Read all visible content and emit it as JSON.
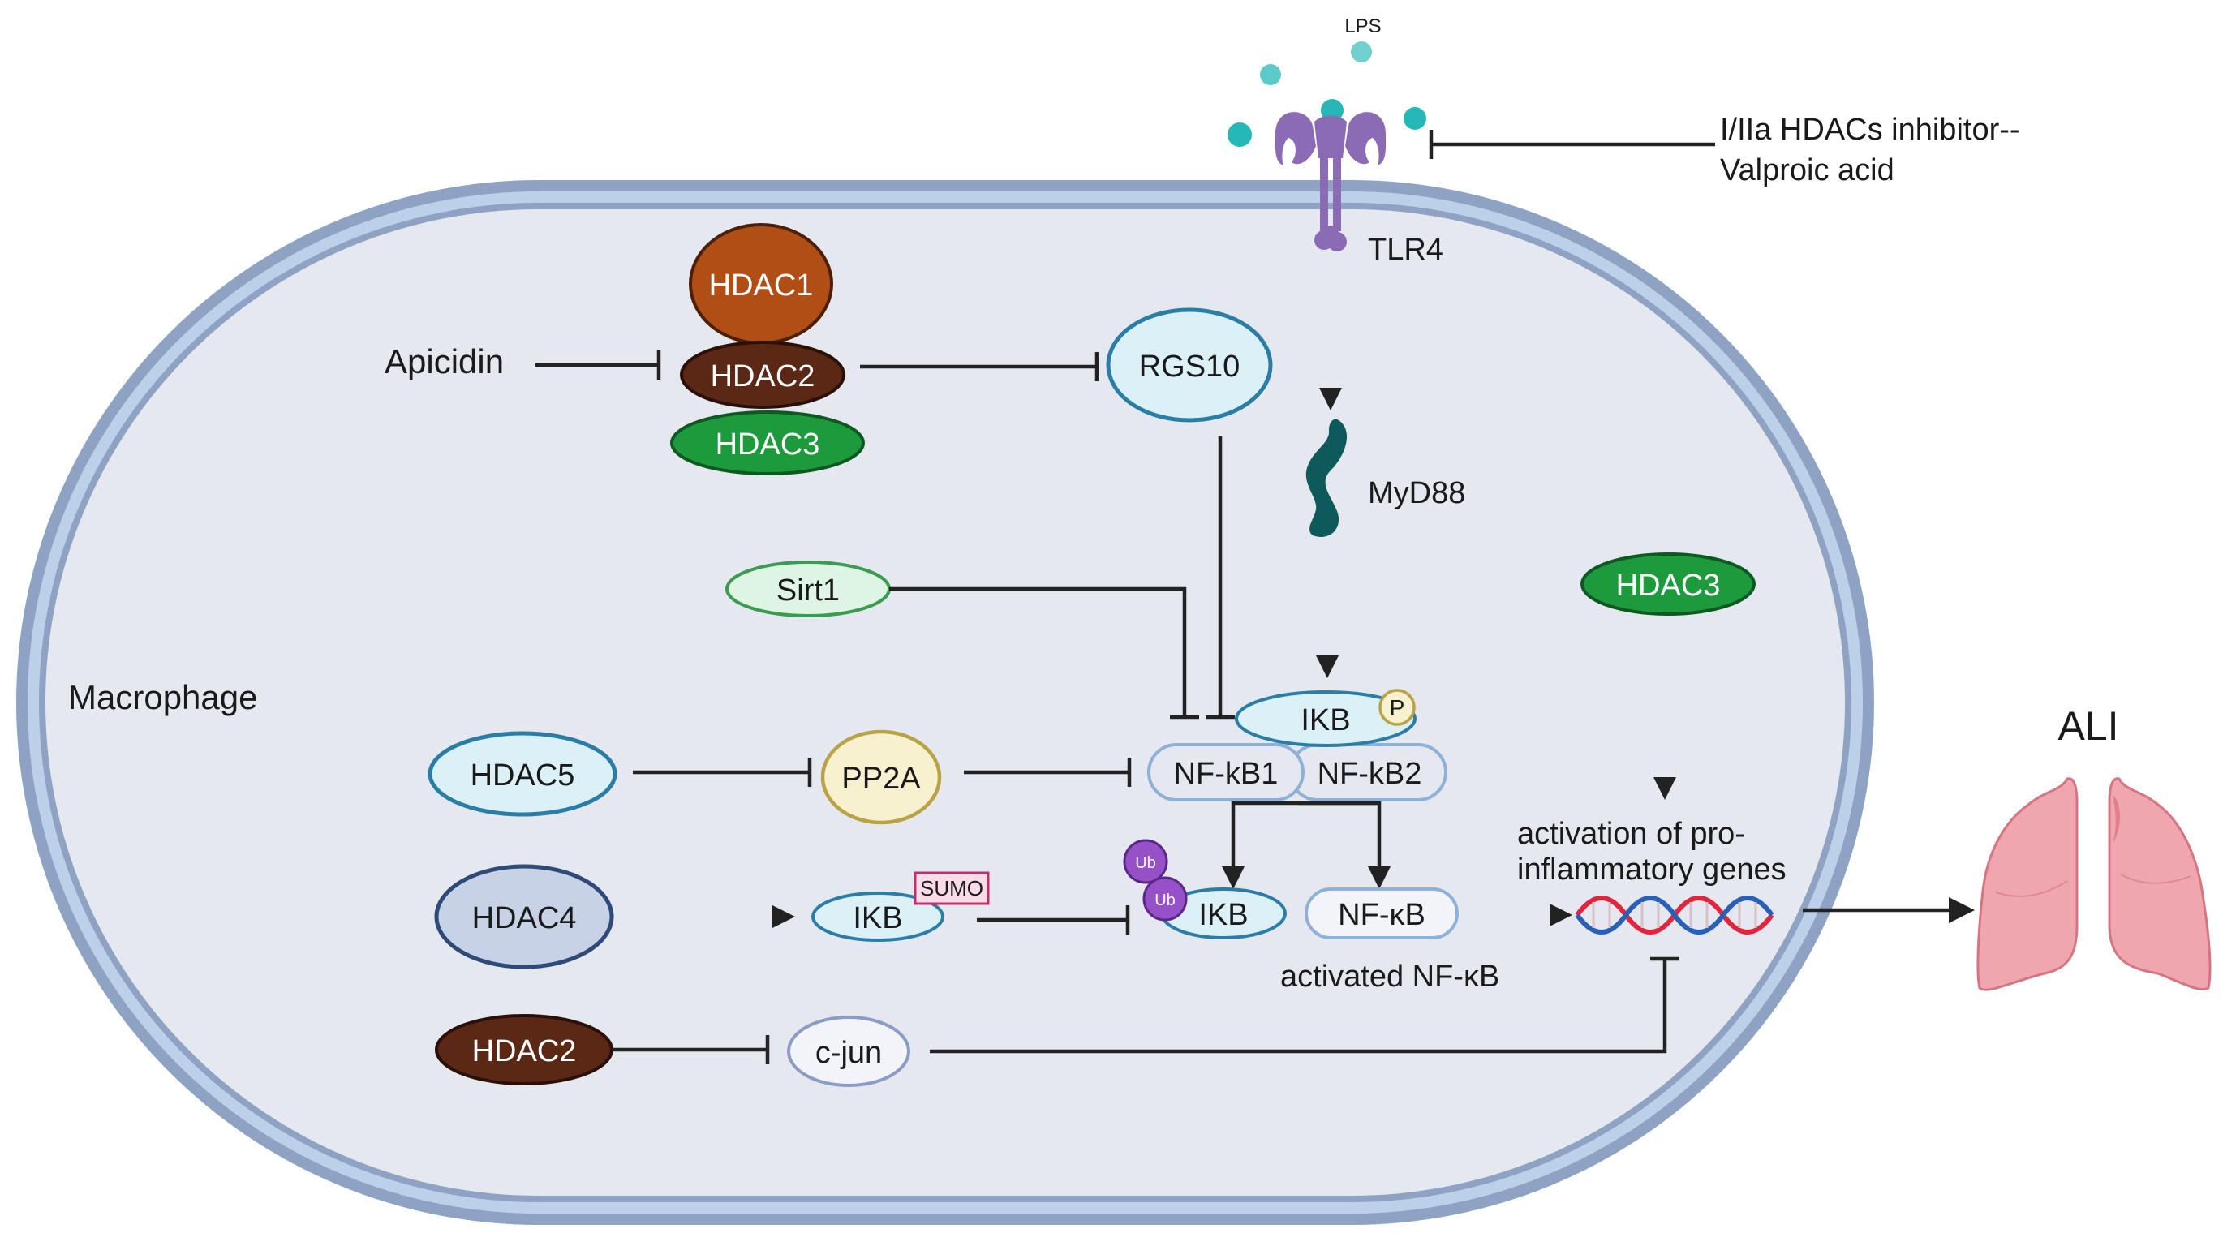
{
  "colors": {
    "membrane_outer": "#8ea3c4",
    "membrane_inner": "#bcd0ea",
    "cytoplasm": "#e6e8ef",
    "hdac1_fill": "#b04e16",
    "hdac2_fill": "#5a2814",
    "hdac3_fill": "#1d9b3c",
    "light_blue_fill": "#dcf0f8",
    "light_blue_stroke": "#2a7ea6",
    "sirt1_fill": "#dff5e3",
    "sirt1_stroke": "#3a9b52",
    "pp2a_fill": "#f7f1cf",
    "pp2a_stroke": "#b9a347",
    "hdac4_fill": "#c7d2e6",
    "hdac4_stroke": "#2e4a78",
    "cjun_fill": "#f2f4f9",
    "cjun_stroke": "#8b9cc6",
    "nfkb_stroke": "#8fb1d9",
    "sumo_stroke": "#c0306f",
    "sumo_fill": "#f8dbe7",
    "ub_fill": "#9650c8",
    "myd88_fill": "#0e5a5a",
    "tlr4_fill": "#8b6bb3",
    "lps_fill": "#26b8b6",
    "dna_red": "#e0263e",
    "dna_blue": "#2a5fb8",
    "lung_fill": "#f0a6ae",
    "lung_shade": "#e27f8c"
  },
  "labels": {
    "lps": "LPS",
    "inhibitor_line1": "I/IIa HDACs inhibitor--",
    "inhibitor_line2": "Valproic acid",
    "tlr4": "TLR4",
    "myd88": "MyD88",
    "macrophage": "Macrophage",
    "apicidin": "Apicidin",
    "activated_nfkb": "activated NF-κB",
    "activation_line1": "activation of pro-",
    "activation_line2": "inflammatory genes",
    "ali": "ALI"
  },
  "nodes": {
    "hdac1": "HDAC1",
    "hdac2_top": "HDAC2",
    "hdac3_top": "HDAC3",
    "rgs10": "RGS10",
    "sirt1": "Sirt1",
    "ikb_p": "IKB",
    "p_badge": "P",
    "nfkb1": "NF-kB1",
    "nfkb2": "NF-kB2",
    "hdac5": "HDAC5",
    "pp2a": "PP2A",
    "hdac4": "HDAC4",
    "ikb_sumo": "IKB",
    "sumo": "SUMO",
    "ikb_ub": "IKB",
    "ub1": "Ub",
    "ub2": "Ub",
    "nfkb_active": "NF-κB",
    "hdac3_right": "HDAC3",
    "hdac2_bottom": "HDAC2",
    "cjun": "c-jun"
  }
}
